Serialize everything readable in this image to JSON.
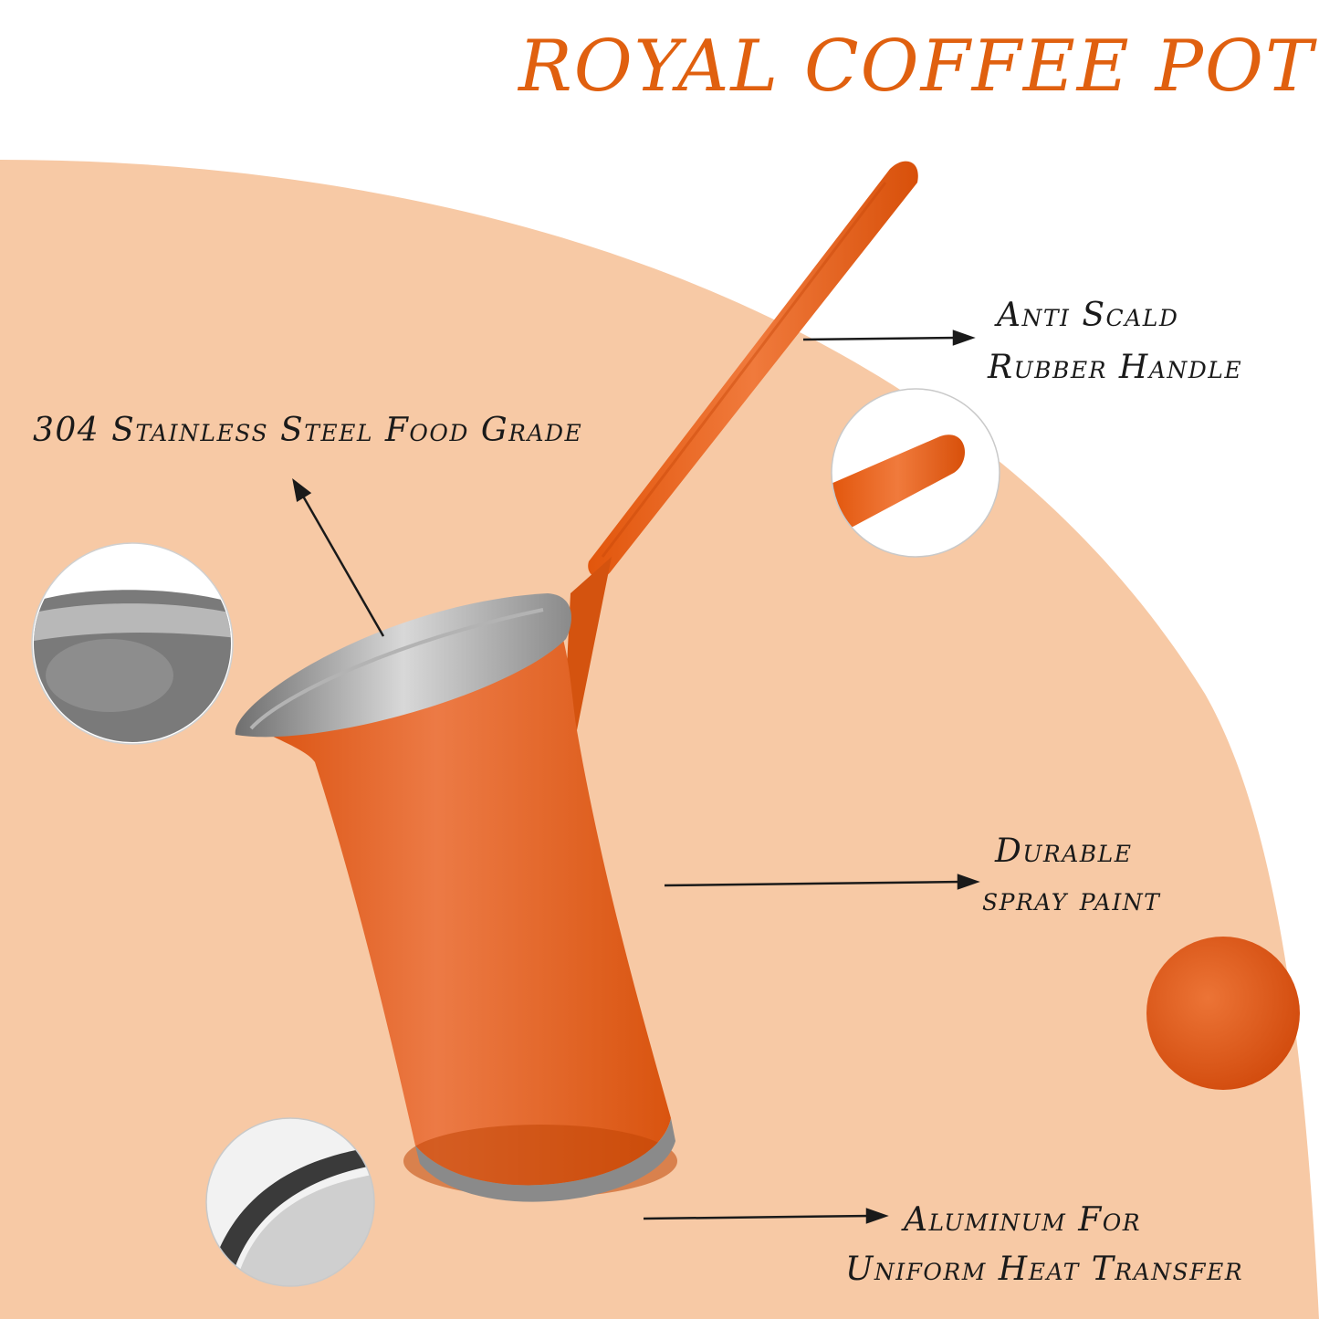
{
  "title": "ROYAL COFFEE POT",
  "callouts": {
    "handle": {
      "line1": "Anti Scald",
      "line2": "Rubber Handle"
    },
    "steel": {
      "line1": "304 Stainless Steel Food Grade"
    },
    "paint": {
      "line1": "Durable",
      "line2": "spray paint"
    },
    "base": {
      "line1": "Aluminum For",
      "line2": "Uniform Heat Transfer"
    }
  },
  "colors": {
    "accent": "#e0600f",
    "pot": "#e8641e",
    "background_peach": "#f7c9a5",
    "text": "#1a1a1a"
  }
}
